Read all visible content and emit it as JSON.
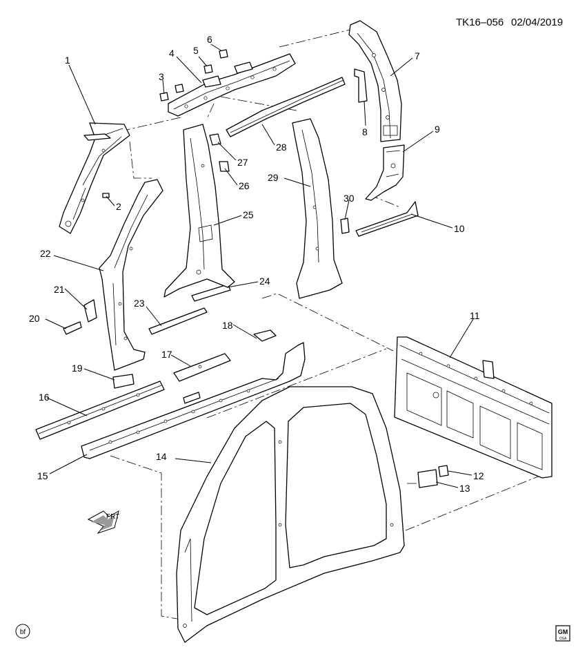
{
  "header": {
    "code": "TK16–056",
    "date": "02/04/2019"
  },
  "callouts": [
    "1",
    "2",
    "3",
    "4",
    "5",
    "6",
    "7",
    "8",
    "9",
    "10",
    "11",
    "12",
    "13",
    "14",
    "15",
    "16",
    "17",
    "18",
    "19",
    "20",
    "21",
    "22",
    "23",
    "24",
    "25",
    "26",
    "27",
    "28",
    "29",
    "30"
  ],
  "direction_arrow_label": "FRT",
  "illustrator_mark": "bf",
  "logo": {
    "top": "GM",
    "bottom": "OSA"
  }
}
